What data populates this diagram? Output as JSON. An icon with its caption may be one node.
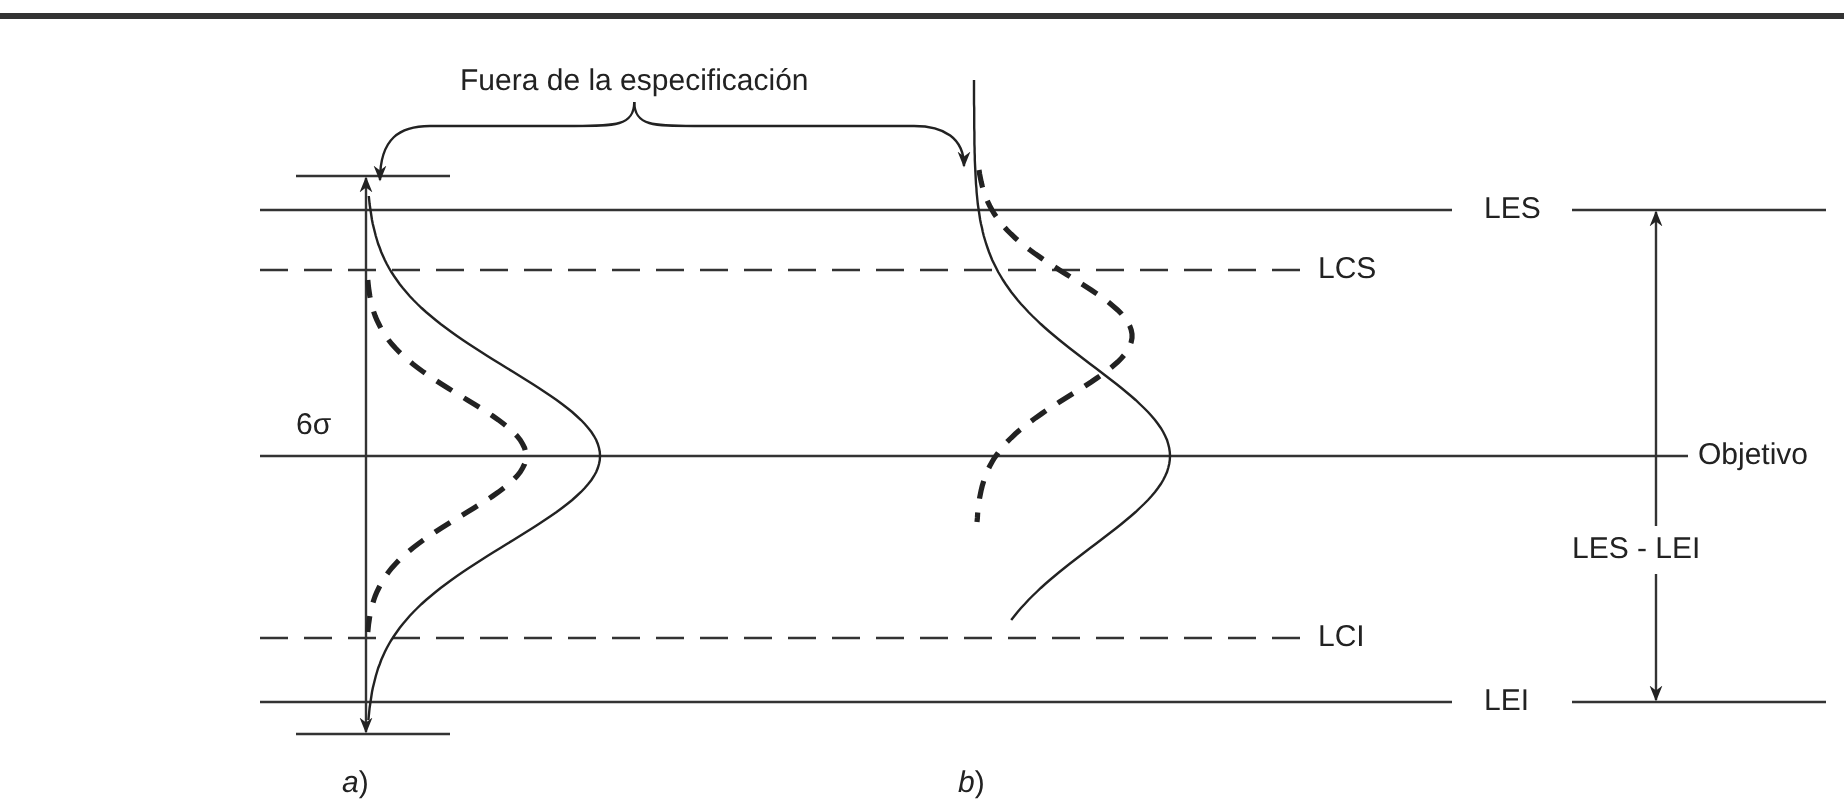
{
  "diagram": {
    "nodes": [
      {
        "text": [
          "Fuera de la especificación"
        ]
      },
      {
        "text": [],
        "shape": "curve"
      },
      {
        "text": [],
        "shape": "curve"
      }
    ],
    "edges": [
      {
        "from": 0,
        "to": 1,
        "arrow": "to"
      },
      {
        "from": 0,
        "to": 2,
        "arrow": "to"
      }
    ],
    "labels": [
      "LES",
      "LCS",
      "6σ",
      "Objetivo",
      "LES - LEI",
      "LCI",
      "LEI",
      "*a*)",
      "*b*)"
    ]
  }
}
